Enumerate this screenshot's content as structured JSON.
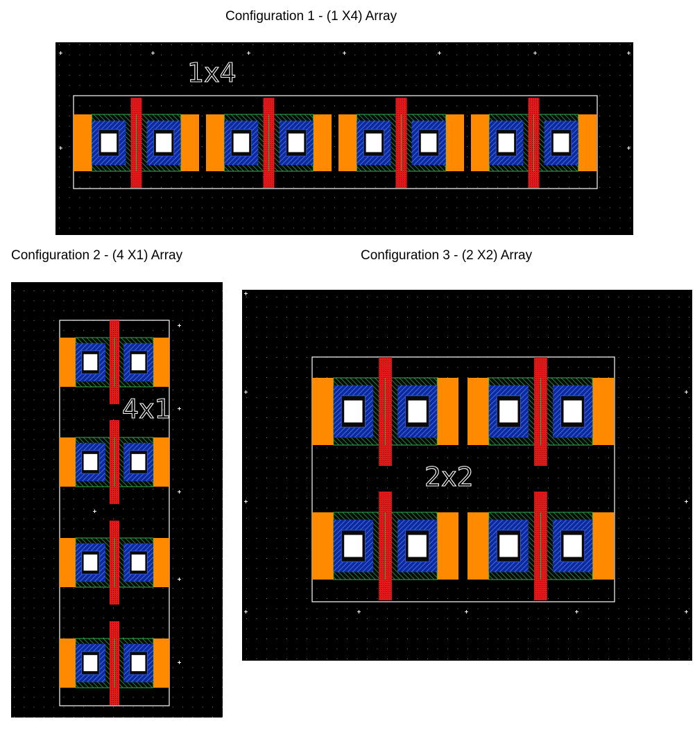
{
  "configs": [
    {
      "caption": "Configuration 1 - (1 X4) Array",
      "label": "1x4",
      "rows": 1,
      "cols": 4
    },
    {
      "caption": "Configuration 2 - (4 X1) Array",
      "label": "4x1",
      "rows": 4,
      "cols": 1
    },
    {
      "caption": "Configuration 3 - (2 X2) Array",
      "label": "2x2",
      "rows": 2,
      "cols": 2
    }
  ],
  "colors": {
    "background": "#000000",
    "diffusion": "#ff8a00",
    "implant": "#1a3fbf",
    "active": "#2db34a",
    "poly": "#e41a1a",
    "contact": "#ffffff",
    "boundary": "#ffffff",
    "grid": "#8a8a8a"
  }
}
